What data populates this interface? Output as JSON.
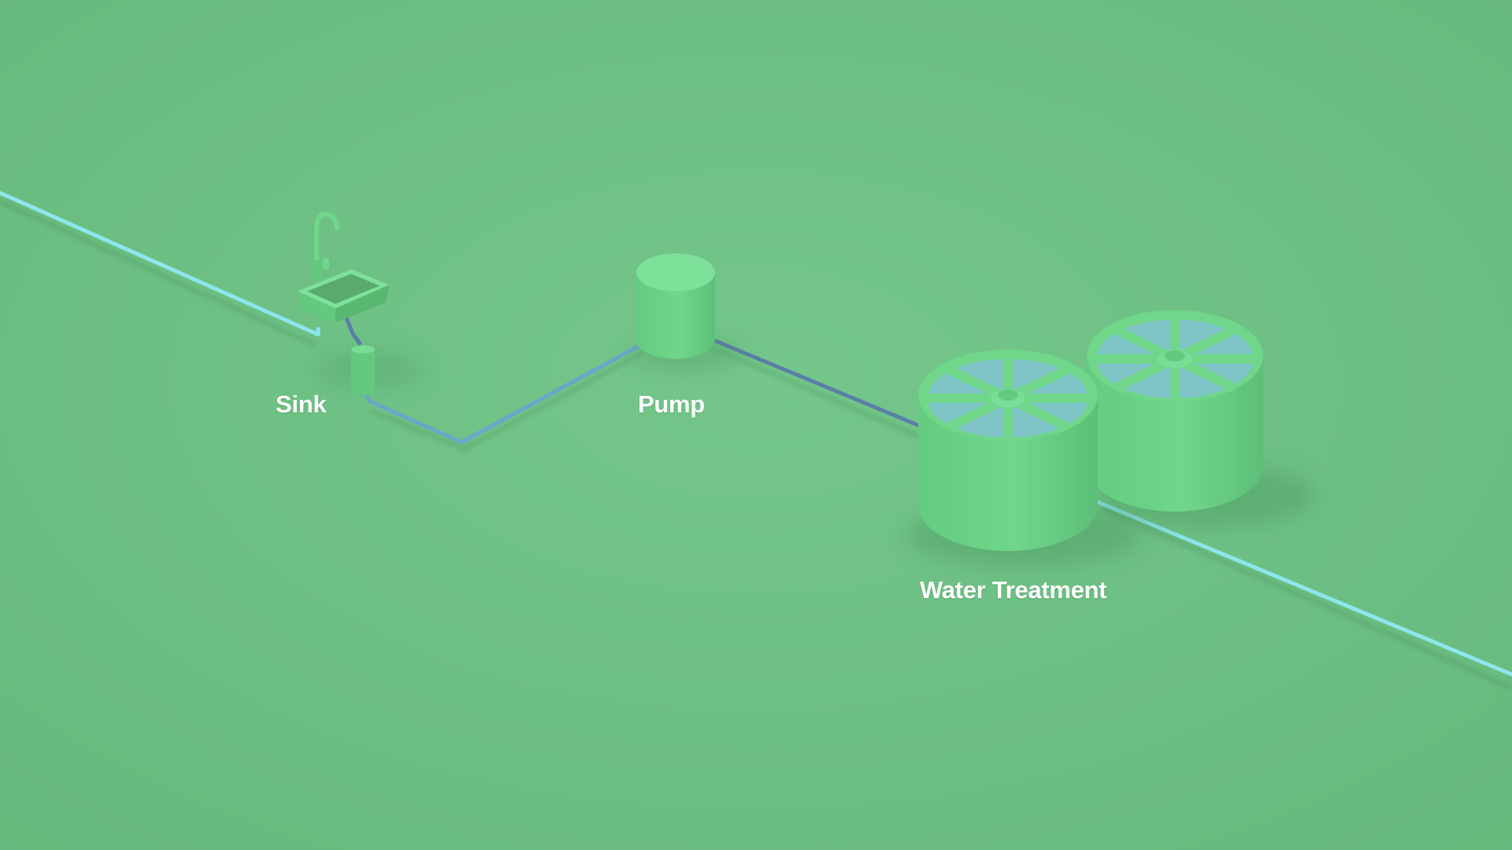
{
  "labels": {
    "sink": "Sink",
    "pump": "Pump",
    "water_treatment": "Water Treatment"
  },
  "colors": {
    "background": "#6fc184",
    "clean_pipe": "#8de6ec",
    "used_pipe_light": "#6aa6c9",
    "used_pipe_dark": "#5a7fa6",
    "object_green": "#6fd68a",
    "object_green_dark": "#5fc27a",
    "object_top": "#7de19a",
    "water": "#7ec4c6",
    "label_text": "#ffffff"
  },
  "icons": {
    "sink": "sink-faucet-icon",
    "pump": "cylinder-pump-icon",
    "treatment": "clarifier-tank-icon"
  }
}
